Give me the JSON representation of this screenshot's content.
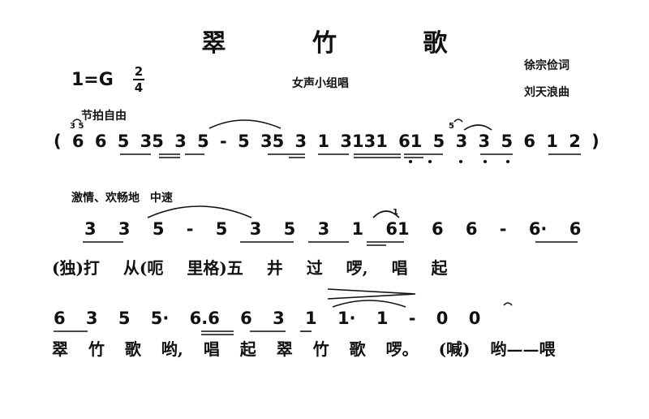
{
  "title": "翠 竹 歌",
  "key_signature": "1=G",
  "time_signature": {
    "top": "2",
    "bottom": "4"
  },
  "performance": "女声小组唱",
  "lyricist": "徐宗俭词",
  "composer": "刘天浪曲",
  "intro_tempo": "节拍自由",
  "section_tempo": "激情、欢畅地 中速",
  "staff1": {
    "grace_1": "3 5",
    "grace_2": "5",
    "notes": "( 6 6 5 35 3 5 - 5 35 3 1 3131 61 5 3 3 5 6 1 2 )"
  },
  "staff2": {
    "grace": "1",
    "notes": "3 3 5 - 5 3 5 3 1 61 6 6 - 6· 6",
    "lyrics": "(独)打 从(呃 里格)五 井 过 啰, 唱 起"
  },
  "staff3": {
    "notes": "6 3 5 5· 6.6 6 3 1 1· 1 - 0 0",
    "lyrics": "翠 竹 歌 哟, 唱 起 翠 竹 歌 啰。 (喊) 哟——喂"
  }
}
